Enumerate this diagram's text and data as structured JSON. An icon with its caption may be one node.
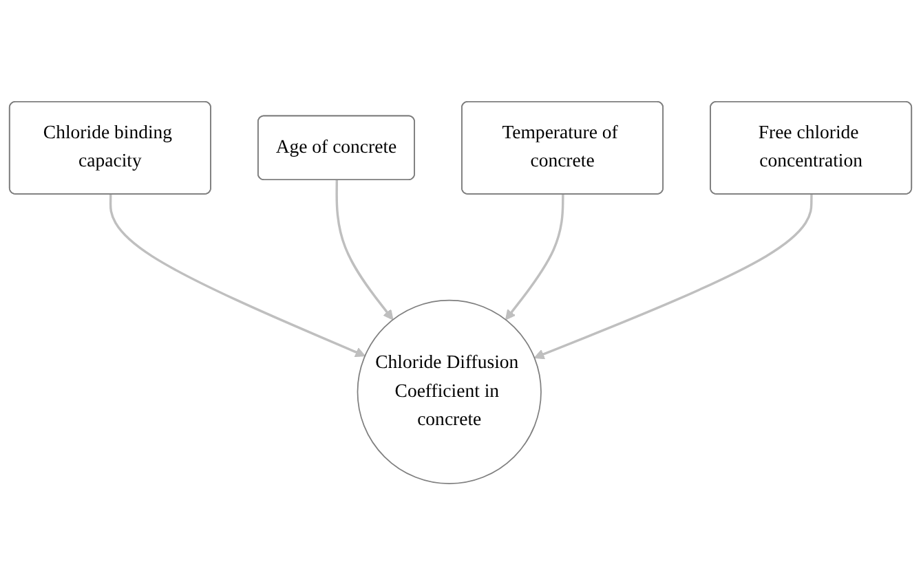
{
  "diagram": {
    "nodes": [
      {
        "text": [
          "Chloride binding capacity"
        ]
      },
      {
        "text": [
          "Age of concrete"
        ]
      },
      {
        "text": [
          "Chloride Diffusion Coefficient in concrete"
        ]
      },
      {
        "text": [
          "Temperature of concrete"
        ]
      },
      {
        "text": [
          "Free chloride concentration"
        ]
      }
    ],
    "edges": [
      {
        "from": 0,
        "to": 2,
        "arrow": "to"
      },
      {
        "from": 1,
        "to": 2,
        "arrow": "to"
      },
      {
        "from": 3,
        "to": 2,
        "arrow": "to"
      },
      {
        "from": 4,
        "to": 2,
        "arrow": "to"
      }
    ]
  }
}
